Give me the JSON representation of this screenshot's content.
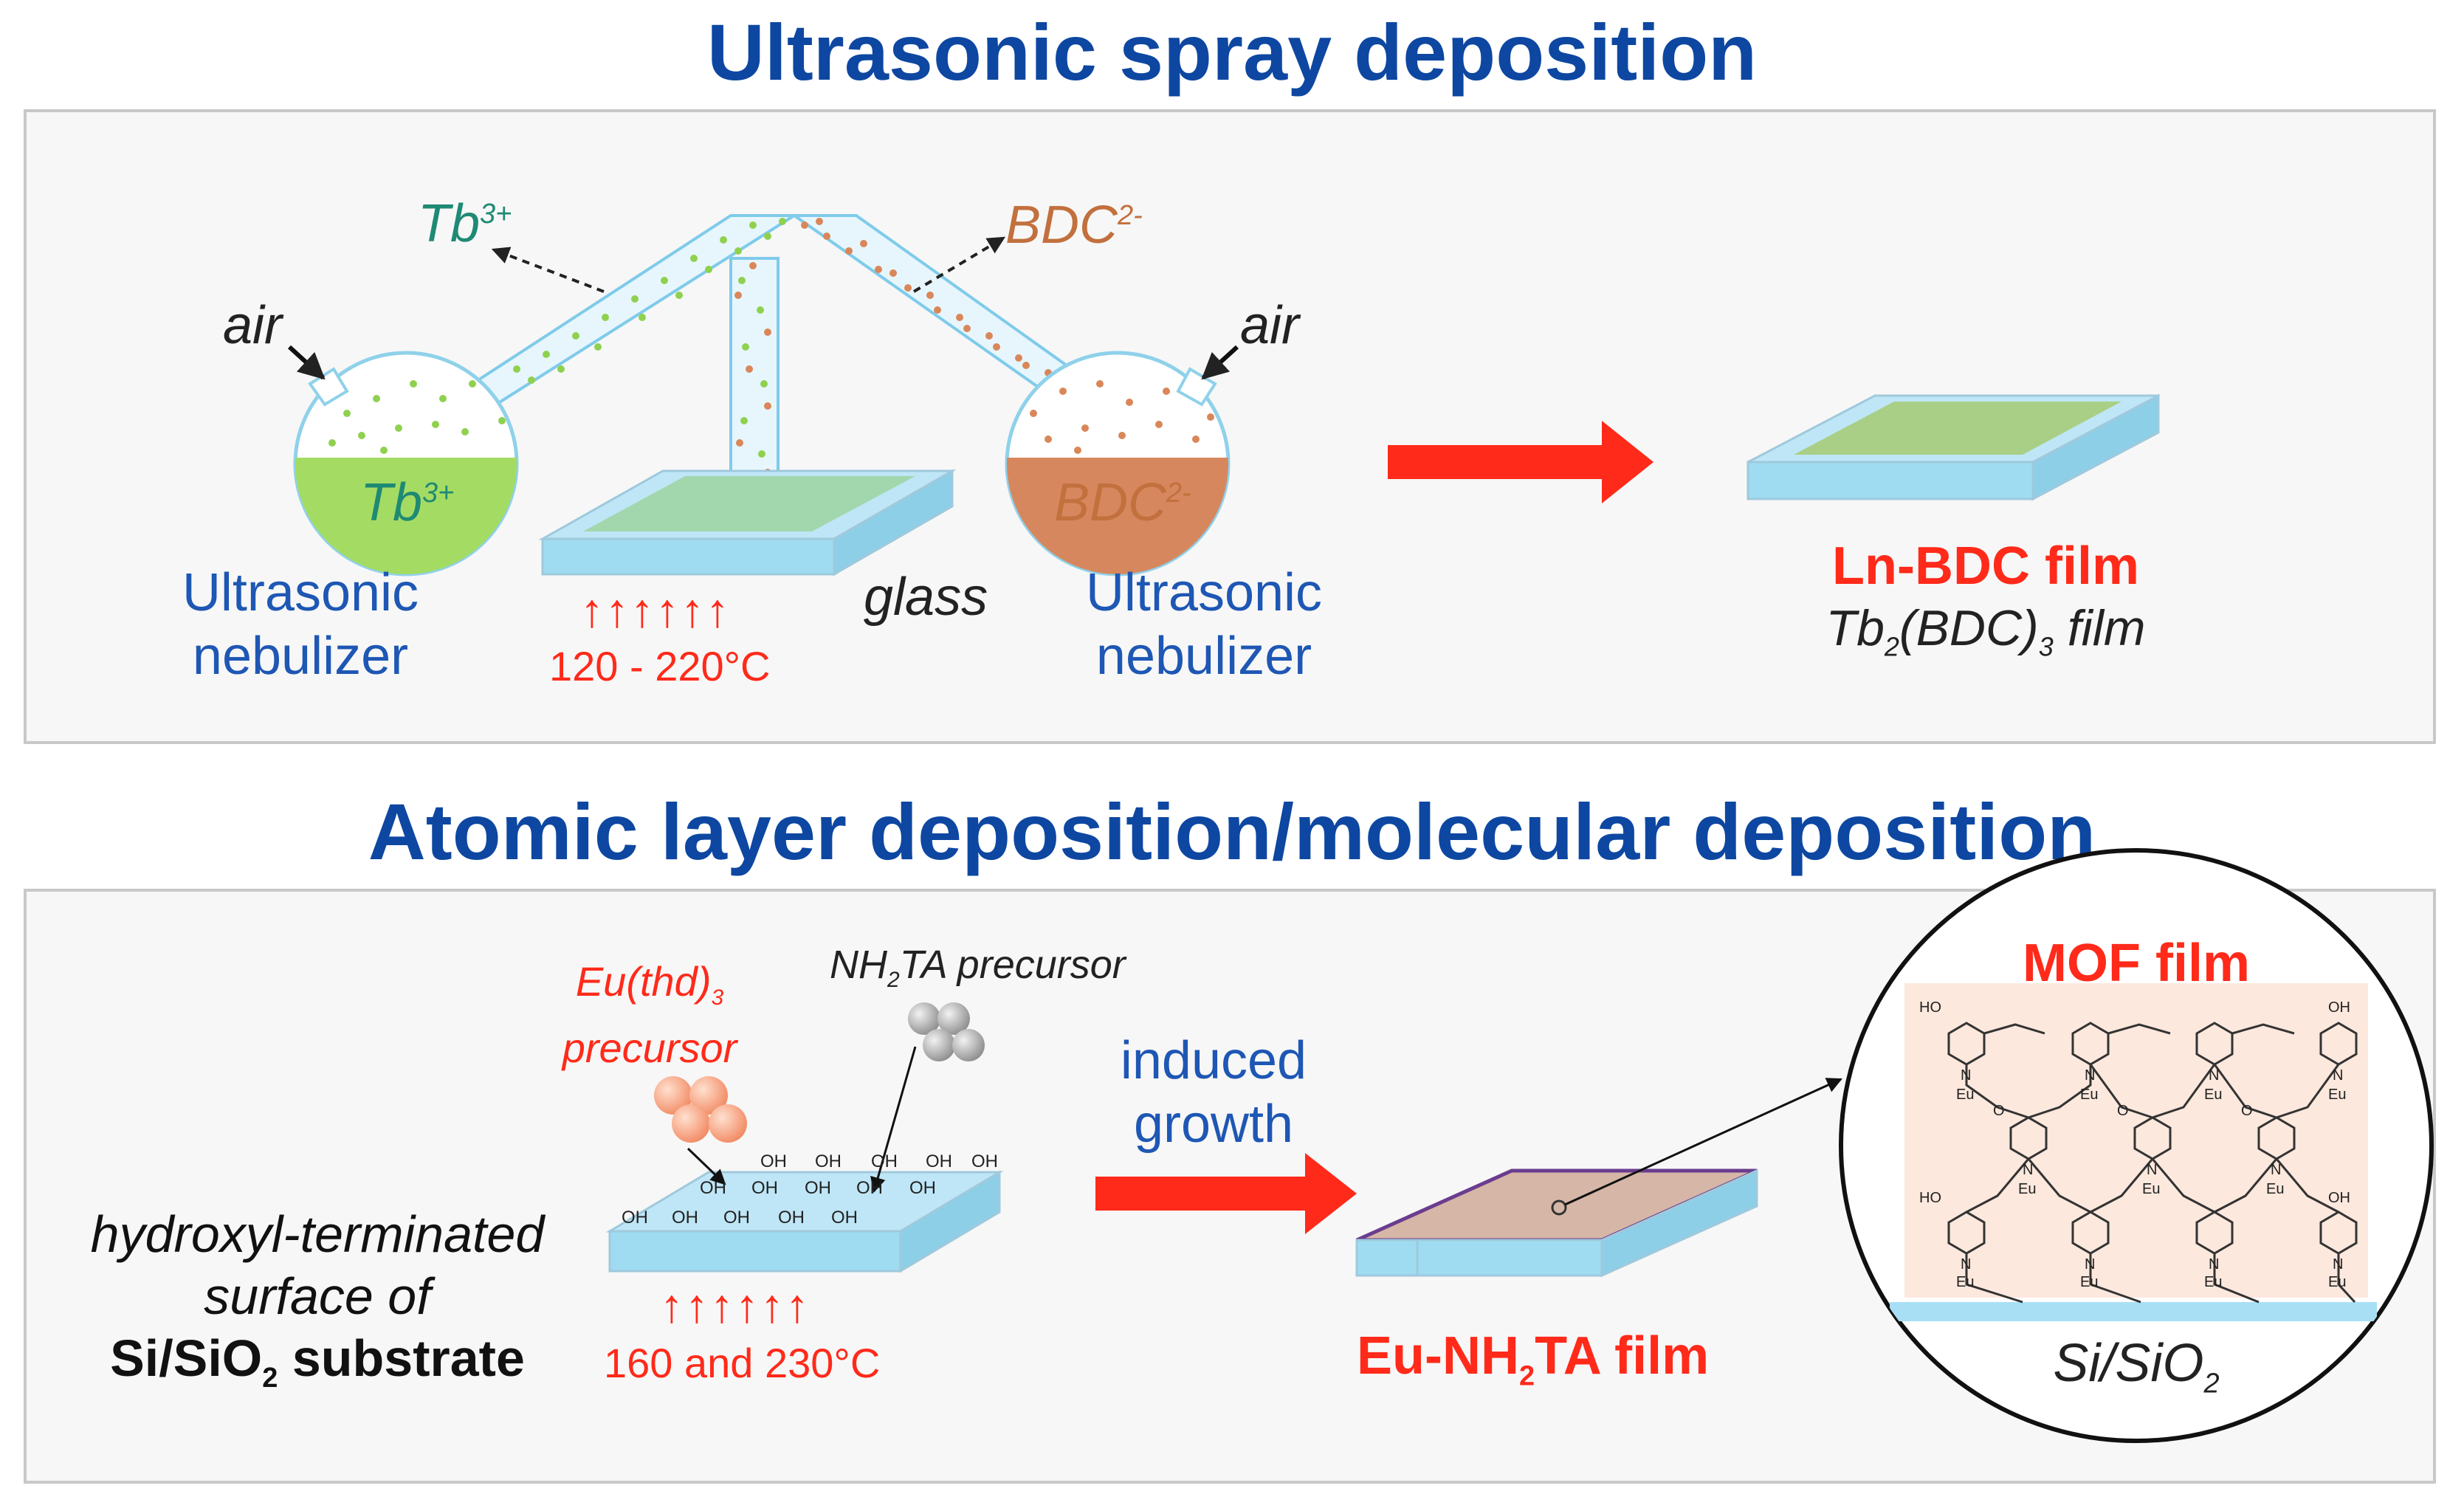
{
  "top": {
    "title": "Ultrasonic spray deposition",
    "left_flask_label": "Tb",
    "left_flask_sup": "3+",
    "right_flask_label": "BDC",
    "right_flask_sup": "2-",
    "tb_arrow_label": "Tb",
    "tb_arrow_sup": "3+",
    "bdc_arrow_label": "BDC",
    "bdc_arrow_sup": "2-",
    "air_left": "air",
    "air_right": "air",
    "nebulizer_left_line1": "Ultrasonic",
    "nebulizer_left_line2": "nebulizer",
    "nebulizer_right_line1": "Ultrasonic",
    "nebulizer_right_line2": "nebulizer",
    "heat_arrows": "↑↑↑↑↑↑",
    "temperature": "120 - 220°C",
    "substrate": "glass",
    "product_name": "Ln-BDC film",
    "product_formula_a": "Tb",
    "product_formula_sub1": "2",
    "product_formula_b": "(BDC)",
    "product_formula_sub2": "3",
    "product_formula_c": " film"
  },
  "bottom": {
    "title": "Atomic layer deposition/molecular deposition",
    "eu_precursor_a": "Eu(thd)",
    "eu_precursor_sub": "3",
    "eu_precursor_line2": "precursor",
    "nh2ta_a": "NH",
    "nh2ta_sub": "2",
    "nh2ta_b": "TA precursor",
    "oh": "OH",
    "surface_line1": "hydroxyl-terminated",
    "surface_line2": "surface of",
    "surface_line3_a": "Si/SiO",
    "surface_line3_sub": "2",
    "surface_line3_b": " substrate",
    "heat_arrows": "↑↑↑↑↑↑",
    "temperature": "160 and 230°C",
    "process_line1": "induced",
    "process_line2": "growth",
    "film_a": "Eu-NH",
    "film_sub": "2",
    "film_b": "TA film",
    "mof_title": "MOF film",
    "mof_substrate_a": "Si/SiO",
    "mof_substrate_sub": "2",
    "mof_atom_eu": "Eu",
    "mof_atom_n": "N",
    "mof_atom_o": "O",
    "mof_atom_ho": "HO",
    "mof_atom_oh": "OH"
  },
  "colors": {
    "title_blue": "#0d47a1",
    "label_blue": "#1e57b4",
    "accent_red": "#ff2a1a",
    "tb_green": "#8fd14f",
    "tb_text": "#1f8a74",
    "bdc_orange": "#d9875a",
    "bdc_text": "#c2703d",
    "substrate_cyan": "#a8dff5",
    "film_tan": "#d6b6a6",
    "mof_bg": "#fde8dd"
  }
}
